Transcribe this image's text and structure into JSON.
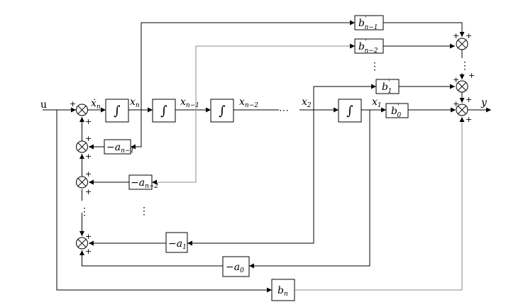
{
  "input_label": "u",
  "output_label": "y",
  "integrator_symbol": "∫",
  "dots_h": "⋯",
  "dots_v": "⋮",
  "plus": "+",
  "states": {
    "xdot_n": {
      "base": "ẋ",
      "sub": "n"
    },
    "x_n": {
      "base": "x",
      "sub": "n"
    },
    "x_n1": {
      "base": "x",
      "sub": "n−1"
    },
    "x_n2": {
      "base": "x",
      "sub": "n−2"
    },
    "x_2": {
      "base": "x",
      "sub": "2"
    },
    "x_1": {
      "base": "x",
      "sub": "1"
    }
  },
  "feedback_gains": {
    "a_n1": {
      "base": "−a",
      "sub": "n−1"
    },
    "a_n2": {
      "base": "−a",
      "sub": "n−2"
    },
    "a_1": {
      "base": "−a",
      "sub": "1"
    },
    "a_0": {
      "base": "−a",
      "sub": "0"
    }
  },
  "output_gains": {
    "b_n1": {
      "base": "b",
      "sub": "n−1",
      "sup": "'"
    },
    "b_n2": {
      "base": "b",
      "sub": "n−2",
      "sup": "'"
    },
    "b_1": {
      "base": "b",
      "sub": "1",
      "sup": "'"
    },
    "b_0": {
      "base": "b",
      "sub": "0",
      "sup": "'"
    }
  },
  "feedthrough_gain": {
    "base": "b",
    "sub": "n"
  }
}
